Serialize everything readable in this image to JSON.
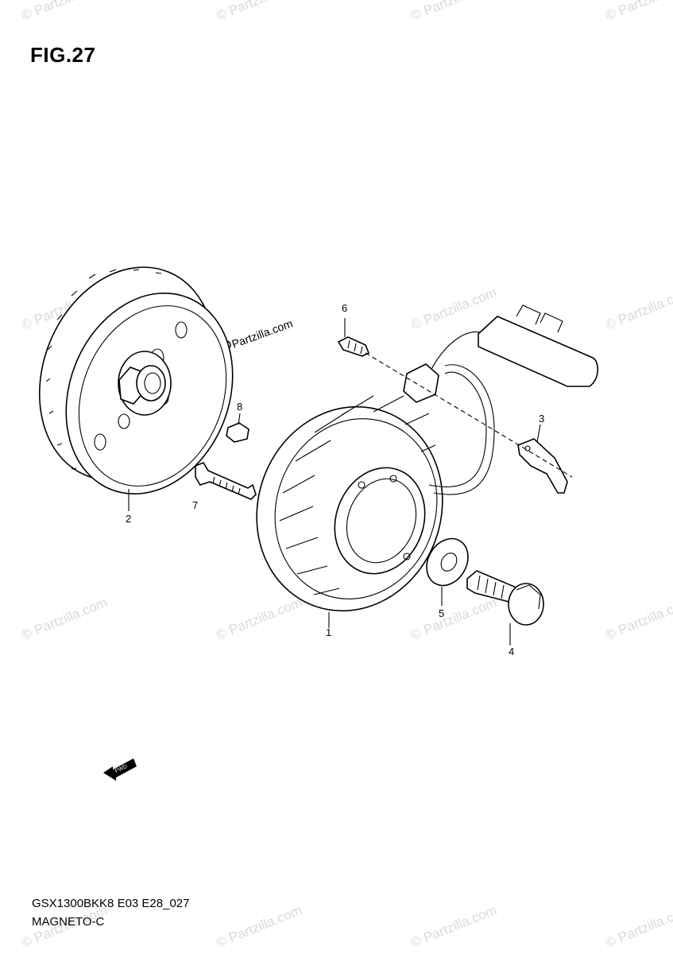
{
  "figure": {
    "title": "FIG.27"
  },
  "footer": {
    "code": "GSX1300BKK8 E03 E28_027",
    "name": "MAGNETO-C"
  },
  "watermark": {
    "text": "© Partzilla.com",
    "brand": "Partzilla.com"
  },
  "parts": [
    {
      "number": "1",
      "icon": "stator-coil"
    },
    {
      "number": "2",
      "icon": "flywheel-rotor"
    },
    {
      "number": "3",
      "icon": "wire-clamp"
    },
    {
      "number": "4",
      "icon": "flange-bolt"
    },
    {
      "number": "5",
      "icon": "washer"
    },
    {
      "number": "6",
      "icon": "screw"
    },
    {
      "number": "7",
      "icon": "stud-bolt"
    },
    {
      "number": "8",
      "icon": "key"
    }
  ],
  "fwd_label": "FWD",
  "colors": {
    "line": "#000000",
    "watermark": "#d9d9d9",
    "background": "#ffffff"
  }
}
